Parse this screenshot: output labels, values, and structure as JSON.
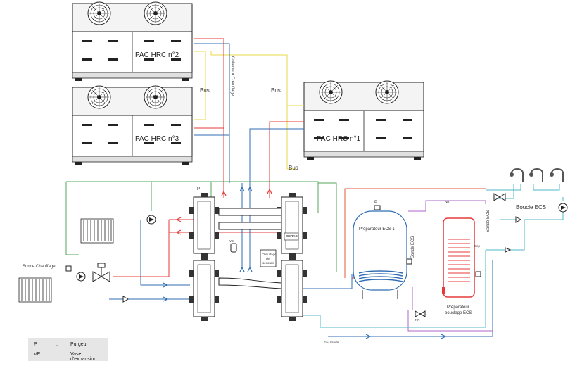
{
  "units": {
    "pac1": "PAC HRC n°1",
    "pac2": "PAC HRC n°2",
    "pac3": "PAC HRC n°3"
  },
  "bus_labels": [
    "Bus",
    "Bus",
    "Bus"
  ],
  "collector_label": "Collecteur Chauffage",
  "sonde_chauffage": "Sonde Chauffage",
  "boucle_ecs": "Boucle ECS",
  "sonde_ecs_1": "Sonde ECS",
  "sonde_ecs_2": "Sonde ECS",
  "preparateur_ecs": "Préparateur ECS 1",
  "preparateur_bouclage": [
    "Préparateur",
    "bouclage ECS"
  ],
  "chauffage_secours": [
    "Chauffage",
    "de",
    "secours"
  ],
  "eau_froide": "Eau Froide",
  "brand": "SERAC",
  "markers": {
    "p": "P",
    "ve": "VE",
    "nr": "NR",
    "sep": "Sep"
  },
  "legend": [
    {
      "key": "P",
      "sep": ":",
      "value": "Purgeur"
    },
    {
      "key": "VE",
      "sep": ":",
      "value": "Vase d'expansion"
    }
  ]
}
